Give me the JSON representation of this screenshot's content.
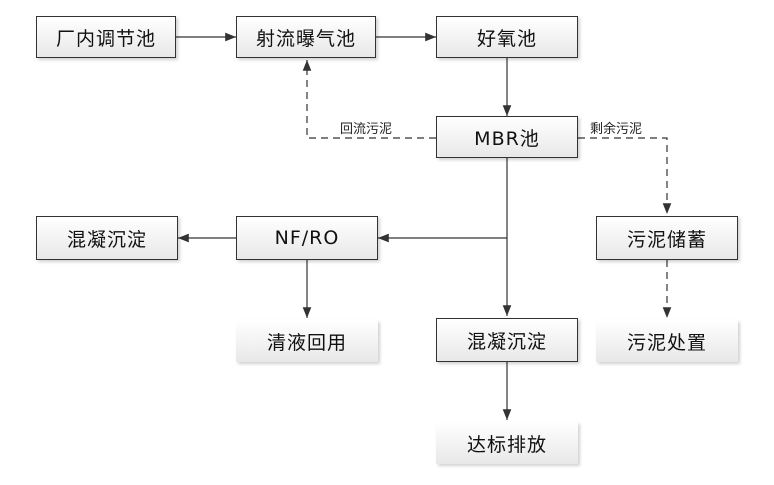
{
  "nodes": {
    "n1": "厂内调节池",
    "n2": "射流曝气池",
    "n3": "好氧池",
    "n4": "MBR池",
    "n5": "混凝沉淀",
    "n6": "NF/RO",
    "n7": "污泥储蓄",
    "n8": "清液回用",
    "n9": "混凝沉淀",
    "n10": "污泥处置",
    "n11": "达标排放"
  },
  "edge_labels": {
    "return_sludge": "回流污泥",
    "excess_sludge": "剩余污泥"
  }
}
